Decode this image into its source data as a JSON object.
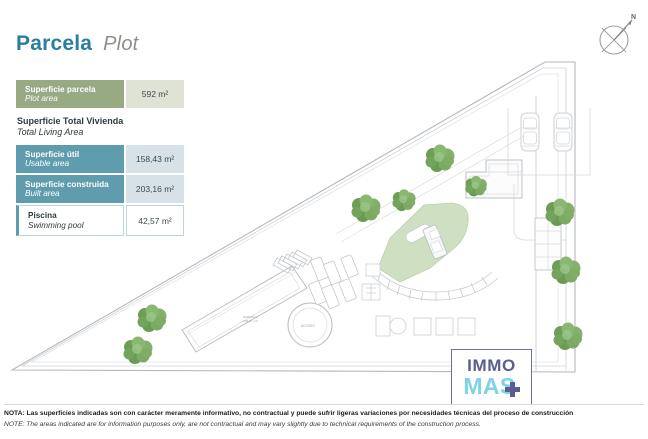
{
  "header": {
    "title_es": "Parcela",
    "title_en": "Plot"
  },
  "table": {
    "rows": [
      {
        "label_es": "Superficie parcela",
        "label_en": "Plot area",
        "value": "592 m²",
        "style": "plot"
      }
    ],
    "subheading": {
      "title_es": "Superficie Total Vivienda",
      "title_en": "Total Living Area"
    },
    "living_rows": [
      {
        "label_es": "Superficie útil",
        "label_en": "Usable area",
        "value": "158,43 m²",
        "style": "teal"
      },
      {
        "label_es": "Superficie construida",
        "label_en": "Built area",
        "value": "203,16 m²",
        "style": "teal"
      },
      {
        "label_es": "Piscina",
        "label_en": "Swimming pool",
        "value": "42,57 m²",
        "style": "pool"
      }
    ]
  },
  "compass": {
    "label": "N"
  },
  "logo": {
    "line1": "IMMO",
    "line2": "MAS"
  },
  "footer": {
    "note_es": "NOTA: Las superficies indicadas son con carácter meramente informativo, no contractual y puede sufrir ligeras variaciones por necesidades técnicas del proceso de construcción",
    "note_en": "NOTE: The areas indicated are for information purposes only, are not contractual and may vary slightly due to technical requirements of the construction process."
  },
  "colors": {
    "title_accent": "#2b7e9e",
    "title_muted": "#8d8f89",
    "sage": "#97aa83",
    "sage_light": "#dfe3d6",
    "teal": "#5e9cae",
    "teal_light": "#d6e2e7",
    "lawn_green": "#cfdfc2",
    "tree_green": "#6d9e56",
    "line_grey": "#b9bfc4",
    "logo_purple": "#5a5d93",
    "logo_cyan": "#7fd3e8"
  },
  "plan": {
    "lawn_label": "lawn-area",
    "pool_label": "swimming-pool",
    "roundabout_label": "roundabout",
    "trees_count": 9,
    "cars_count": 2
  }
}
